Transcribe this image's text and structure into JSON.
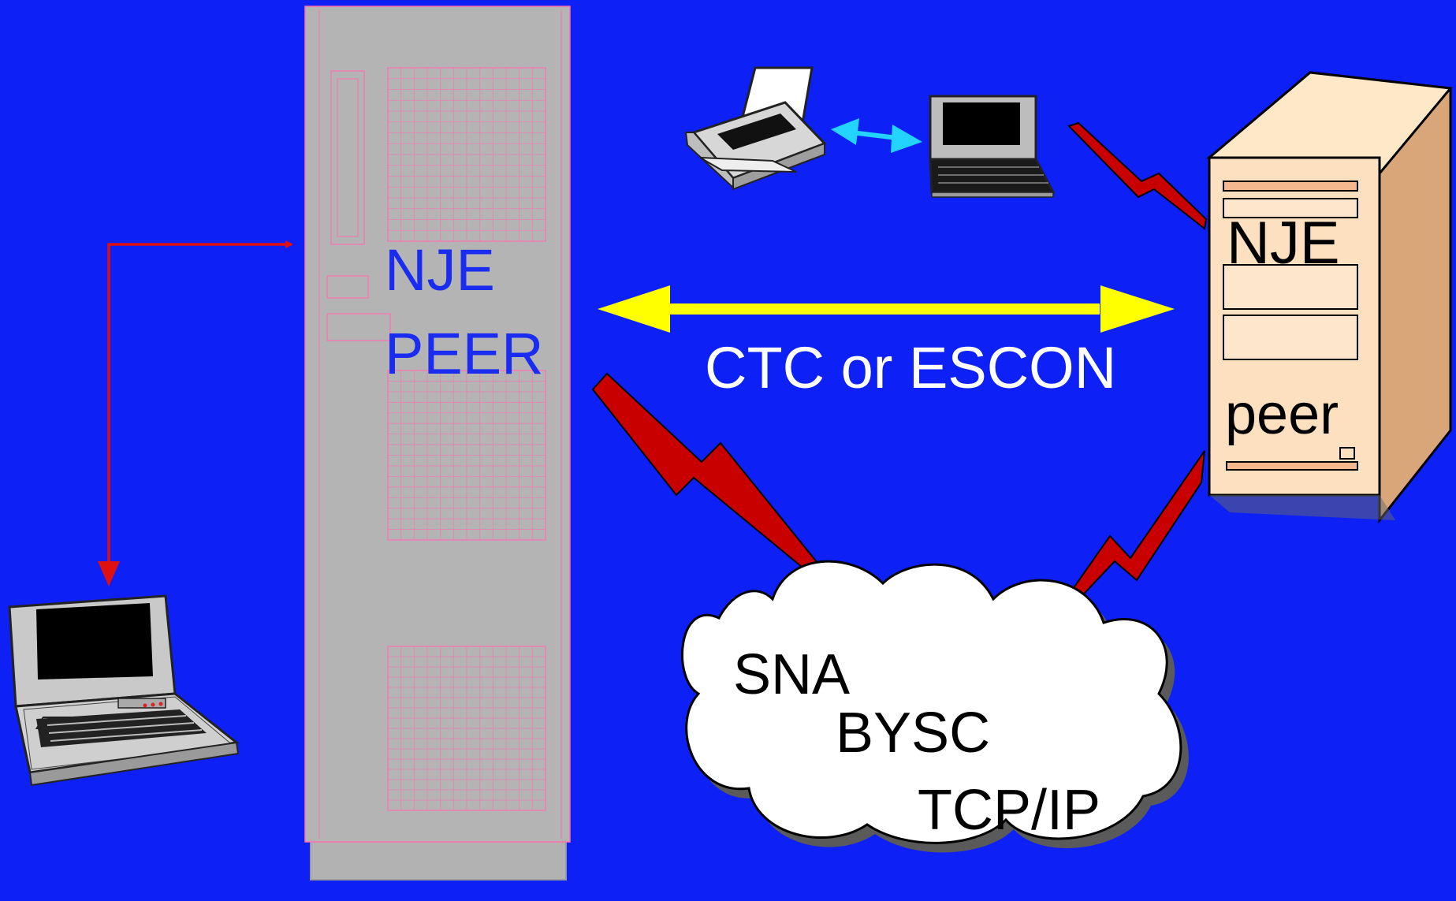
{
  "colors": {
    "background": "#0d21f7",
    "mainframe": "#b2b2b2",
    "mainframe_lines": "#ff6fb0",
    "server_body": "#fde0c0",
    "connector_red": "#e01010",
    "lightning": "#c80000",
    "ctc_arrow": "#ffff00",
    "printer_arrow": "#22d4ff",
    "cloud": "#ffffff"
  },
  "mainframe": {
    "label_line1": "NJE",
    "label_line2": "PEER"
  },
  "link": {
    "label": "CTC or ESCON"
  },
  "server": {
    "label_top": "NJE",
    "label_bottom": "peer"
  },
  "network_cloud": {
    "protocols": [
      "SNA",
      "BYSC",
      "TCP/IP"
    ]
  },
  "icons": {
    "mainframe": "mainframe-cabinet-icon",
    "server": "tower-server-icon",
    "printer": "printer-icon",
    "terminal": "laptop-terminal-icon",
    "workstation": "laptop-icon",
    "cloud": "network-cloud-icon",
    "lightning": "lightning-link-icon"
  }
}
